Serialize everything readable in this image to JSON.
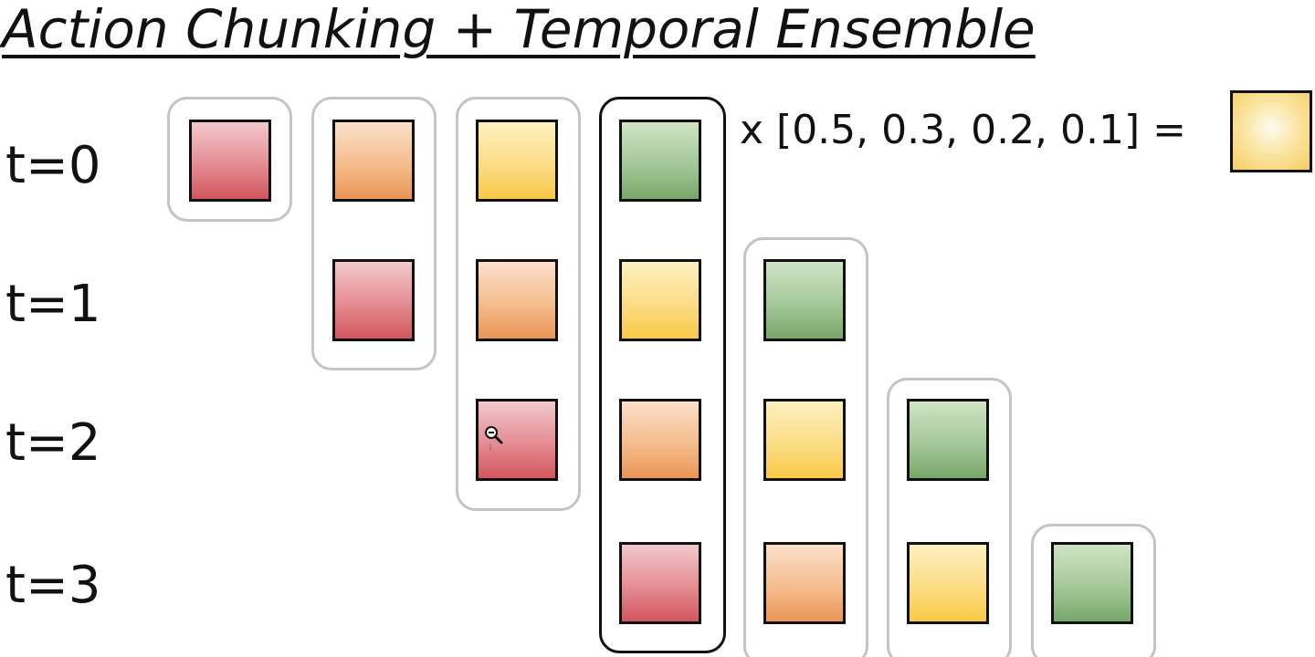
{
  "title": "Action Chunking + Temporal Ensemble",
  "rows": [
    {
      "label": "t=0"
    },
    {
      "label": "t=1"
    },
    {
      "label": "t=2"
    },
    {
      "label": "t=3"
    }
  ],
  "chunk_colors": [
    "red",
    "orange",
    "yellow",
    "green"
  ],
  "weights_text": "x [0.5, 0.3, 0.2, 0.1] =",
  "colors": {
    "red": "#e58c93",
    "orange": "#f5bc8d",
    "yellow": "#fcdd86",
    "green": "#a4c898",
    "highlight_border": "#111111",
    "group_border": "#c4c4c4"
  },
  "icons": {
    "cursor": "zoom-out-cursor-icon"
  }
}
